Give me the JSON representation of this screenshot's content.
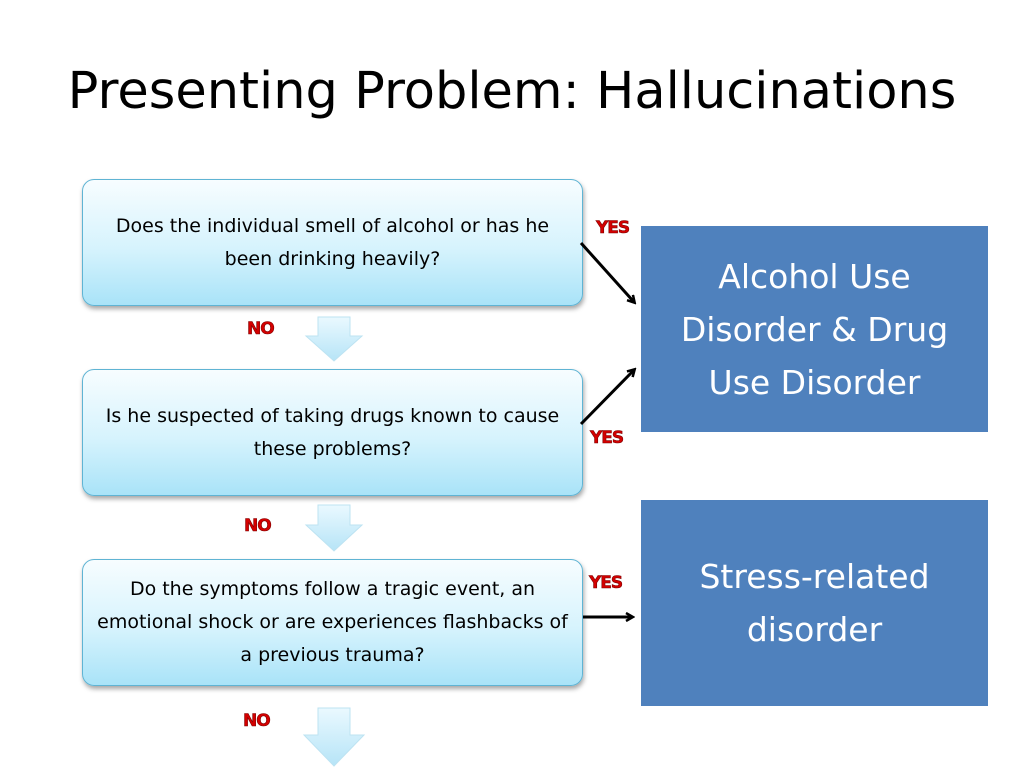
{
  "slide": {
    "title": "Presenting Problem: Hallucinations"
  },
  "questions": [
    {
      "text": "Does the individual smell of alcohol or has he been drinking heavily?"
    },
    {
      "text": "Is he suspected of taking drugs known to cause these problems?"
    },
    {
      "text": "Do the symptoms follow a tragic event, an emotional shock or are experiences flashbacks of a previous trauma?"
    }
  ],
  "outcomes": [
    {
      "text": "Alcohol Use Disorder & Drug Use Disorder"
    },
    {
      "text": "Stress-related disorder"
    }
  ],
  "labels": {
    "yes": "YES",
    "no": "NO"
  },
  "colors": {
    "question_fill": "#d6f3fd",
    "question_border": "#5fb4d4",
    "outcome_fill": "#4f81bd",
    "down_arrow_fill": "#cfeefa",
    "label_red": "#d40000"
  }
}
